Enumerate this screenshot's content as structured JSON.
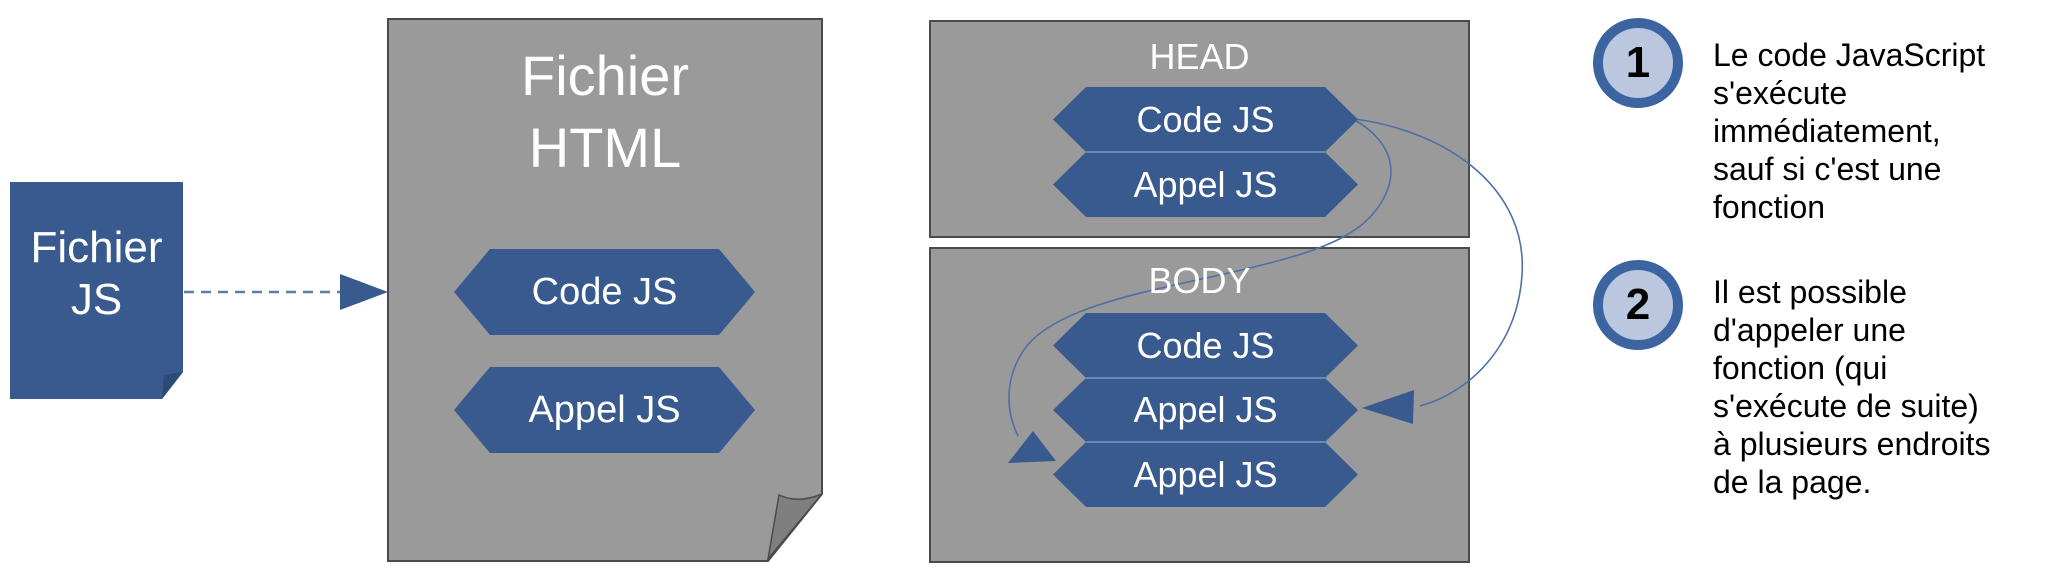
{
  "colors": {
    "shape_blue": "#395A8F",
    "fold_blue": "#2C4A78",
    "doc_gray": "#9A9A9A",
    "fold_gray": "#7F7F7F",
    "box_border": "#4B4B4B",
    "connector_blue": "#4E6FA8",
    "dashed_arrow_blue": "#5E7CB0",
    "badge_ring": "#3C64A0",
    "badge_fill": "#BAC7DE",
    "label_white": "#FFFFFF",
    "note_black": "#000000"
  },
  "js_file": {
    "line1": "Fichier",
    "line2": "JS"
  },
  "html_file": {
    "title_line1": "Fichier",
    "title_line2": "HTML",
    "hexagons": [
      "Code JS",
      "Appel JS"
    ]
  },
  "head_section": {
    "title": "HEAD",
    "hexagons": [
      "Code JS",
      "Appel JS"
    ]
  },
  "body_section": {
    "title": "BODY",
    "hexagons": [
      "Code JS",
      "Appel JS",
      "Appel JS"
    ]
  },
  "notes": [
    {
      "number": "1",
      "lines": [
        "Le code JavaScript",
        "s'exécute",
        "immédiatement,",
        "sauf si c'est une",
        "fonction"
      ]
    },
    {
      "number": "2",
      "lines": [
        "Il est possible",
        "d'appeler une",
        "fonction (qui",
        "s'exécute de suite)",
        "à plusieurs endroits",
        "de la page."
      ]
    }
  ]
}
